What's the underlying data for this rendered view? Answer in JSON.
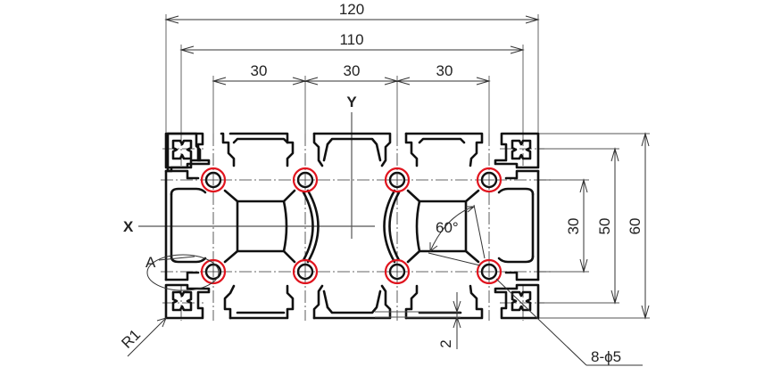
{
  "drawing": {
    "subject": "Aluminum extrusion profile cross-section 60x120",
    "axes": {
      "x_label": "X",
      "y_label": "Y"
    },
    "horizontal_dimensions": [
      {
        "id": "overall-width",
        "value": "120"
      },
      {
        "id": "slot-span-width",
        "value": "110"
      },
      {
        "id": "pitch-1",
        "value": "30"
      },
      {
        "id": "pitch-2",
        "value": "30"
      },
      {
        "id": "pitch-3",
        "value": "30"
      }
    ],
    "vertical_dimensions": [
      {
        "id": "inner-height",
        "value": "30"
      },
      {
        "id": "slot-span-height",
        "value": "50"
      },
      {
        "id": "overall-height",
        "value": "60"
      }
    ],
    "annotations": {
      "angle": "60°",
      "detail": "A",
      "corner_radius": "R1",
      "wall_thickness": "2",
      "holes": "8-ϕ5"
    },
    "colors": {
      "profile_line": "#111111",
      "hole_highlight": "#e0141e",
      "text": "#222222"
    }
  }
}
